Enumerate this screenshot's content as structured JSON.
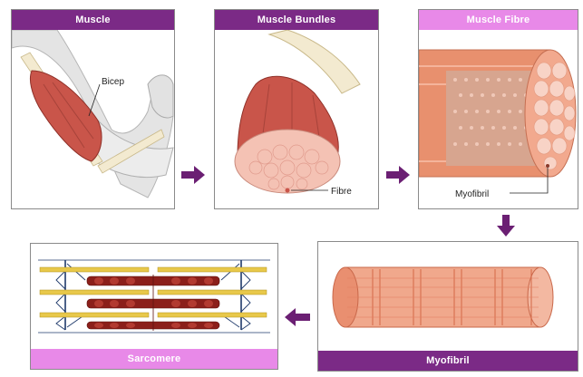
{
  "panels": {
    "muscle": {
      "title": "Muscle",
      "label_bicep": "Bicep"
    },
    "bundles": {
      "title": "Muscle Bundles",
      "label_fibre": "Fibre"
    },
    "fibre": {
      "title": "Muscle Fibre",
      "label_myofibril": "Myofibril"
    },
    "myofibril": {
      "title": "Myofibril"
    },
    "sarcomere": {
      "title": "Sarcomere"
    }
  },
  "colors": {
    "title_dark": "#7b2a86",
    "title_light": "#e889e8",
    "arrow": "#6b1f73",
    "muscle_red": "#c9554a",
    "fibre_pink": "#f4c2b4",
    "myofibril_orange": "#e8906e",
    "myosin": "#8b1f1a",
    "actin_yellow": "#e8c84a"
  }
}
